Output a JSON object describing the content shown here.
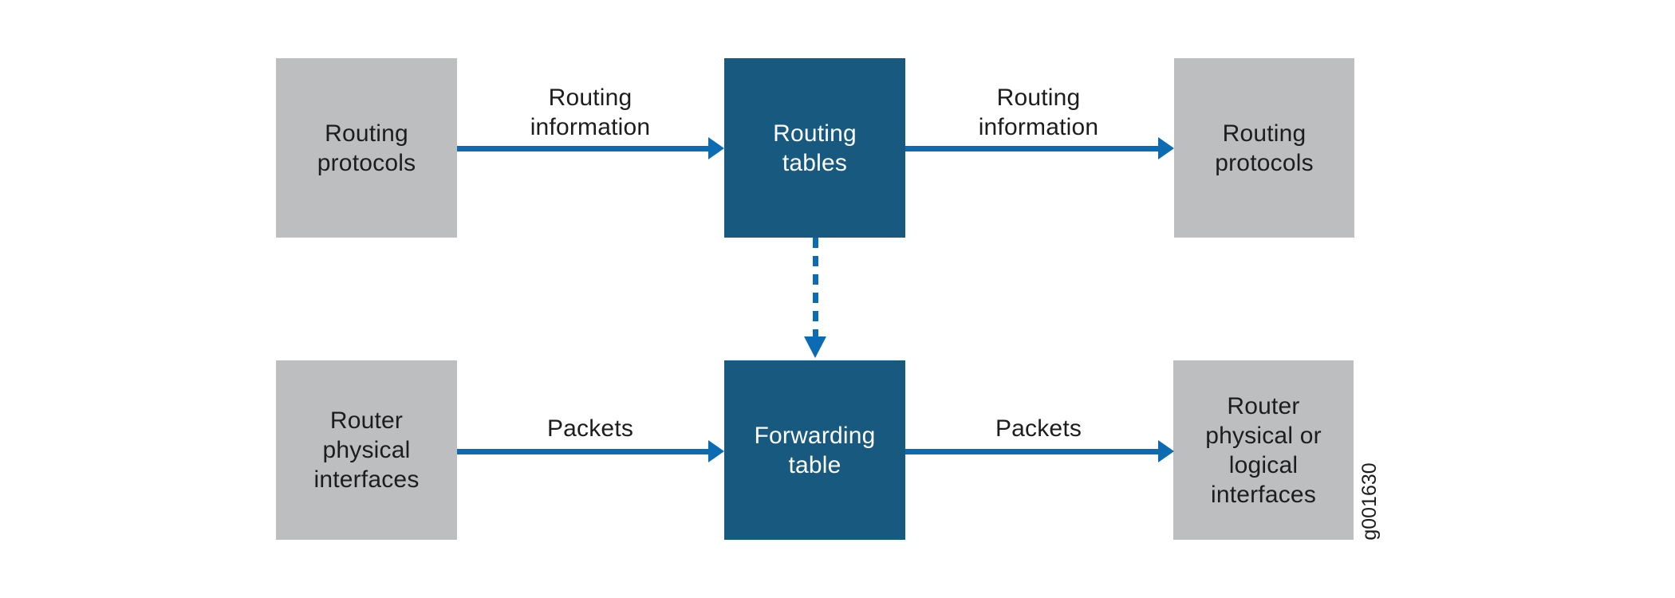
{
  "diagram": {
    "figure_id": "g001630",
    "colors": {
      "background": "#ffffff",
      "box_gray": "#bdbec0",
      "box_blue": "#17597f",
      "arrow_blue": "#0b6bb3",
      "text_dark": "#1d1d1d",
      "text_light": "#ffffff"
    },
    "nodes": {
      "routing_protocols_left": {
        "lines": [
          "Routing",
          "protocols"
        ]
      },
      "routing_tables": {
        "lines": [
          "Routing",
          "tables"
        ]
      },
      "routing_protocols_right": {
        "lines": [
          "Routing",
          "protocols"
        ]
      },
      "router_physical_interfaces": {
        "lines": [
          "Router",
          "physical",
          "interfaces"
        ]
      },
      "forwarding_table": {
        "lines": [
          "Forwarding",
          "table"
        ]
      },
      "router_physical_or_logical_interfaces": {
        "lines": [
          "Router",
          "physical or",
          "logical",
          "interfaces"
        ]
      }
    },
    "edge_labels": {
      "routing_information_left": {
        "lines": [
          "Routing",
          "information"
        ]
      },
      "routing_information_right": {
        "lines": [
          "Routing",
          "information"
        ]
      },
      "packets_left": {
        "text": "Packets"
      },
      "packets_right": {
        "text": "Packets"
      }
    }
  }
}
